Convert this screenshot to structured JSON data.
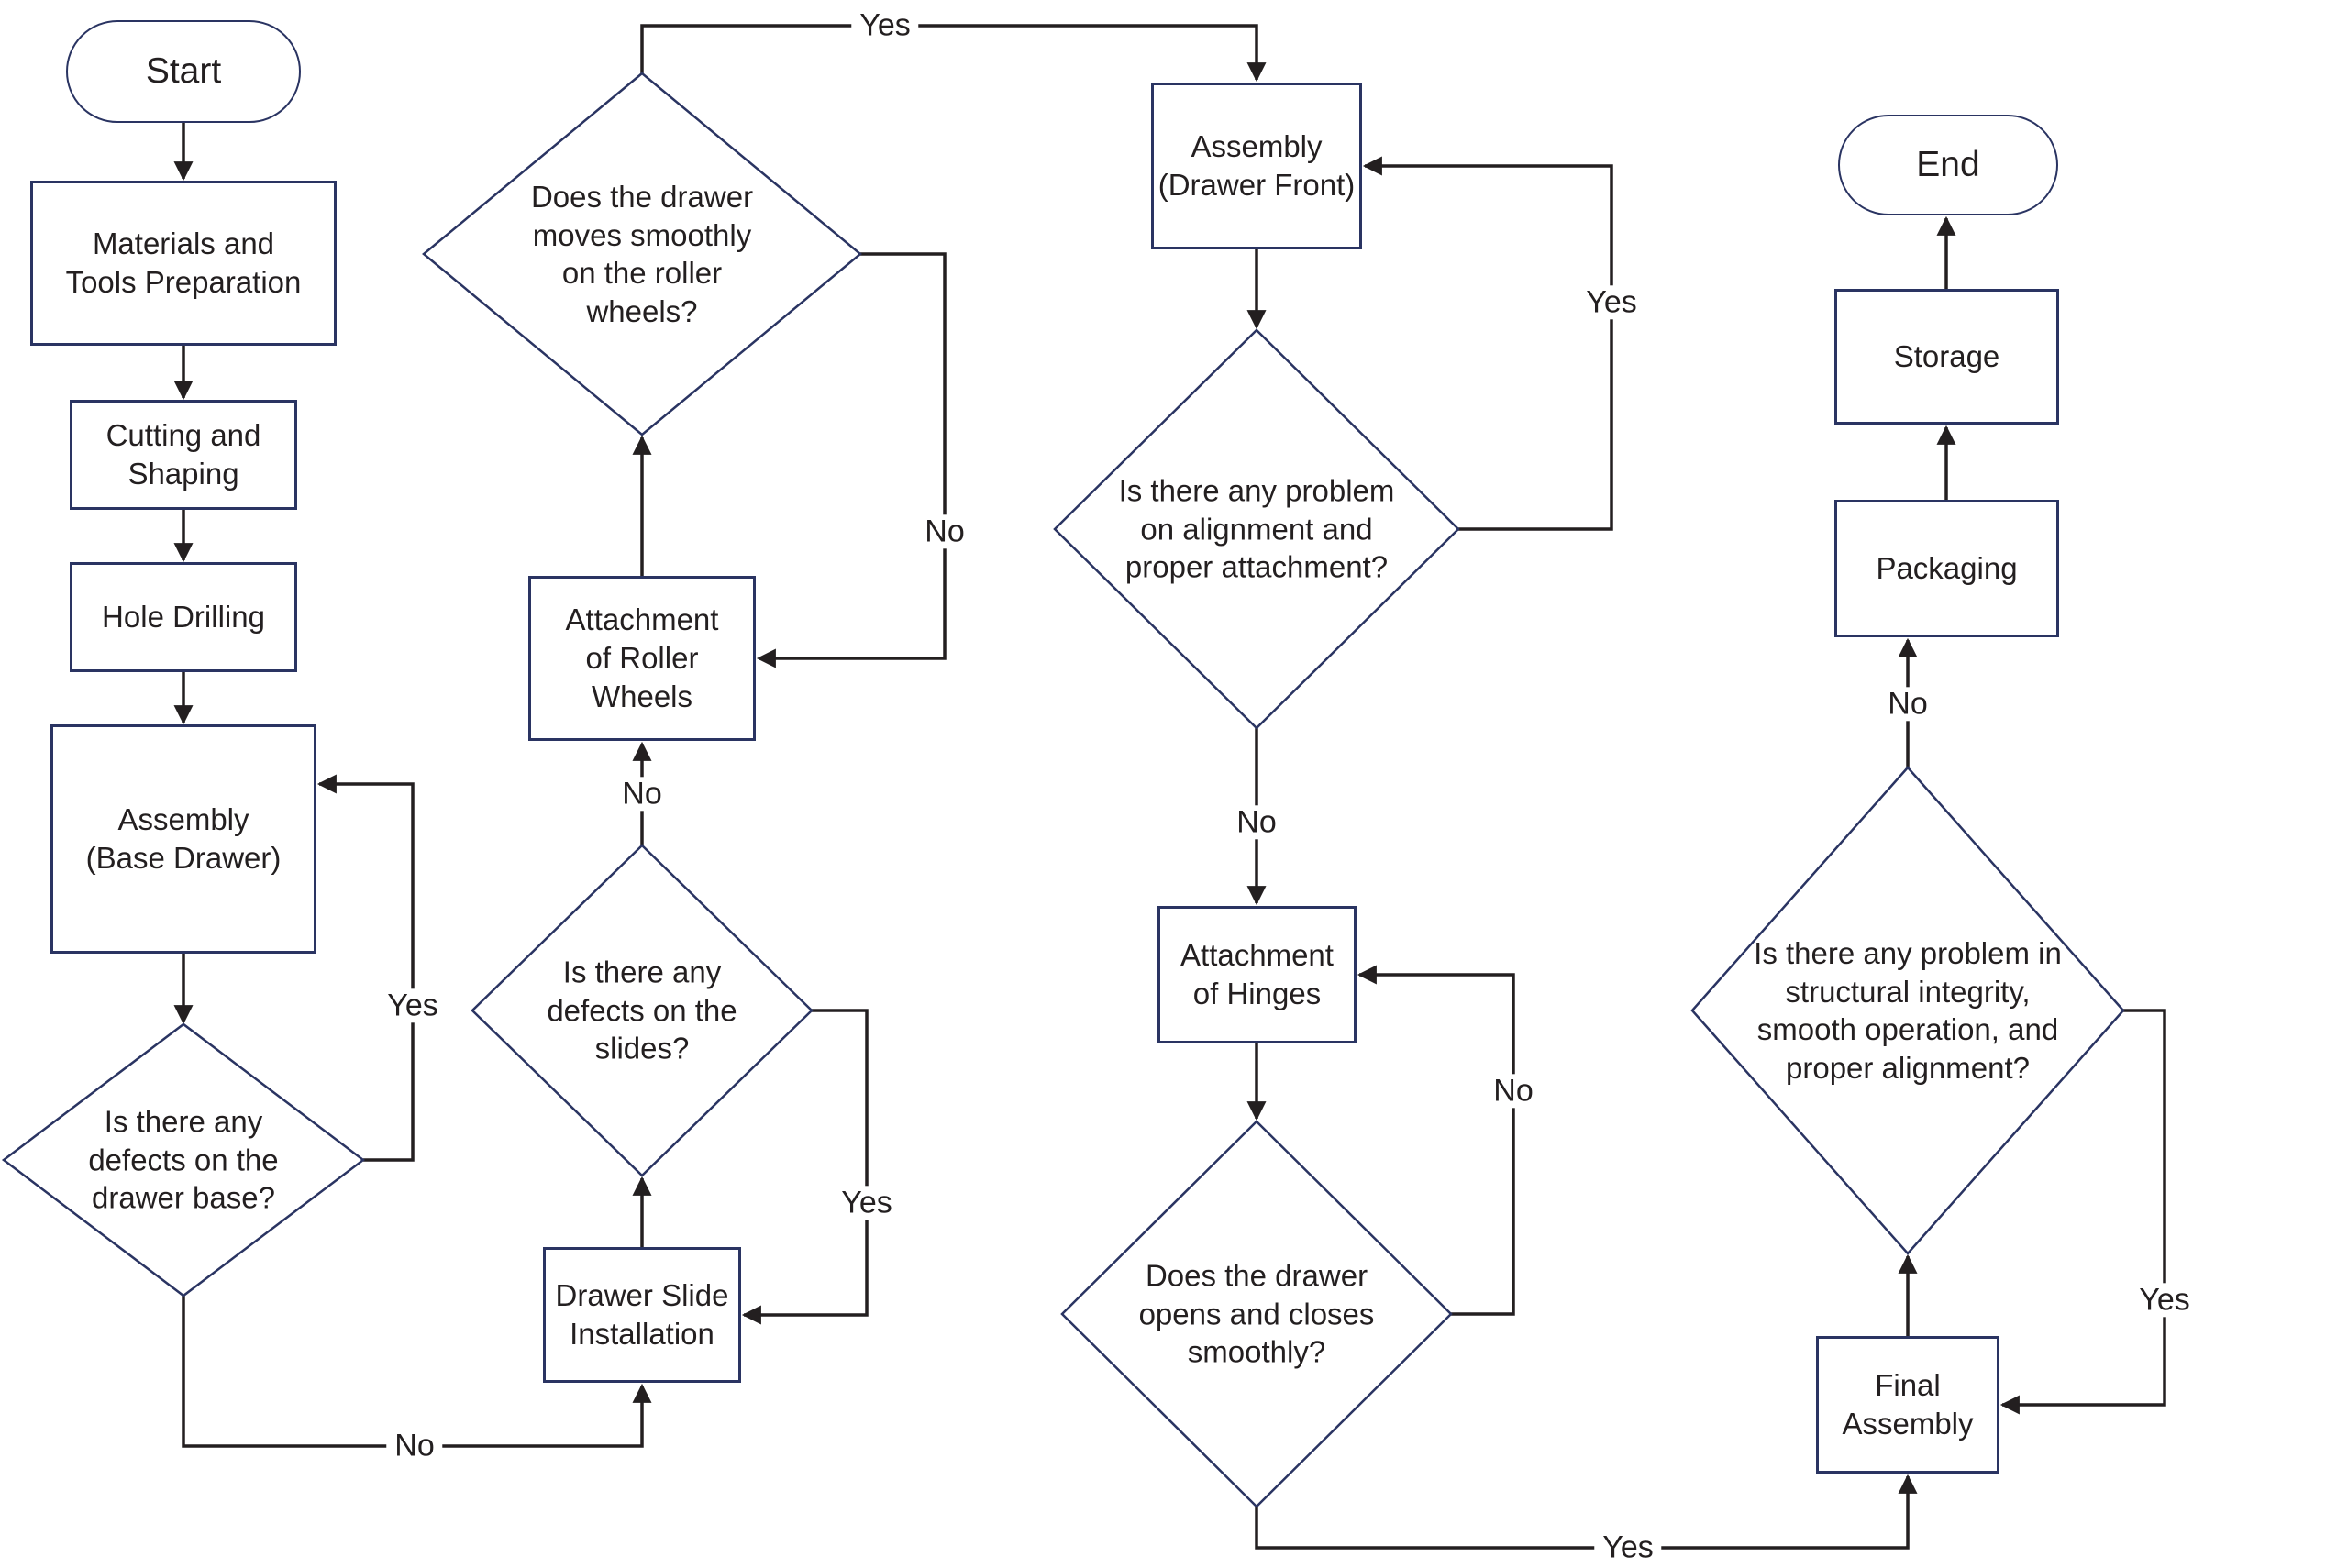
{
  "colors": {
    "shape_border": "#2a3462",
    "connector": "#231f20",
    "ink": "#231f20",
    "background": "#ffffff"
  },
  "nodes": {
    "start": {
      "label": "Start",
      "type": "terminator"
    },
    "materials_prep": {
      "label": "Materials and\nTools Preparation",
      "type": "process"
    },
    "cutting_shaping": {
      "label": "Cutting and\nShaping",
      "type": "process"
    },
    "hole_drilling": {
      "label": "Hole Drilling",
      "type": "process"
    },
    "assembly_base": {
      "label": "Assembly\n(Base Drawer)",
      "type": "process"
    },
    "defects_base": {
      "label": "Is there any\ndefects on the\ndrawer base?",
      "type": "decision"
    },
    "drawer_slide": {
      "label": "Drawer Slide\nInstallation",
      "type": "process"
    },
    "defects_slides": {
      "label": "Is there any\ndefects on the\nslides?",
      "type": "decision"
    },
    "roller_wheels": {
      "label": "Attachment\nof Roller\nWheels",
      "type": "process"
    },
    "moves_smoothly": {
      "label": "Does the drawer\nmoves smoothly\non the roller\nwheels?",
      "type": "decision"
    },
    "assembly_front": {
      "label": "Assembly\n(Drawer Front)",
      "type": "process"
    },
    "alignment_problem": {
      "label": "Is there any problem\non alignment and\nproper attachment?",
      "type": "decision"
    },
    "hinges": {
      "label": "Attachment\nof Hinges",
      "type": "process"
    },
    "opens_closes": {
      "label": "Does the drawer\nopens and closes\nsmoothly?",
      "type": "decision"
    },
    "final_assembly": {
      "label": "Final\nAssembly",
      "type": "process"
    },
    "integrity_problem": {
      "label": "Is there any problem in\nstructural integrity,\nsmooth operation, and\nproper alignment?",
      "type": "decision"
    },
    "packaging": {
      "label": "Packaging",
      "type": "process"
    },
    "storage": {
      "label": "Storage",
      "type": "process"
    },
    "end": {
      "label": "End",
      "type": "terminator"
    }
  },
  "edge_labels": {
    "base_yes": "Yes",
    "base_no": "No",
    "slides_yes": "Yes",
    "slides_no": "No",
    "roller_yes": "Yes",
    "roller_no": "No",
    "align_yes": "Yes",
    "align_no": "No",
    "open_yes": "Yes",
    "open_no": "No",
    "integrity_yes": "Yes",
    "integrity_no": "No"
  }
}
